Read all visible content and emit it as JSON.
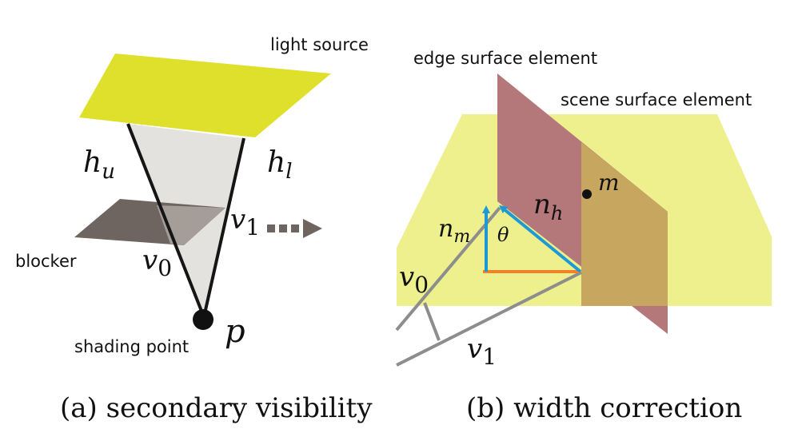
{
  "panel_a": {
    "labels": {
      "light_source": "light source",
      "blocker": "blocker",
      "shading_point": "shading point",
      "h_u": "h",
      "h_u_sub": "u",
      "h_l": "h",
      "h_l_sub": "l",
      "v_1": "v",
      "v_1_sub": "1",
      "v_0": "v",
      "v_0_sub": "0",
      "p": "p"
    },
    "caption": "(a) secondary visibility"
  },
  "panel_b": {
    "labels": {
      "edge_surface_element": "edge surface element",
      "scene_surface_element": "scene surface element",
      "m": "m",
      "n_h": "n",
      "n_h_sub": "h",
      "n_m": "n",
      "n_m_sub": "m",
      "theta": "θ",
      "v_0": "v",
      "v_0_sub": "0",
      "v_1": "v",
      "v_1_sub": "1"
    },
    "caption": "(b) width correction"
  },
  "colors": {
    "light": "#dfe02b",
    "cone": "#e4e2df",
    "blocker_dark": "#6e6460",
    "blocker_light": "#a59d97",
    "scene_plane": "#edf08c",
    "edge_plane": "#b5787a",
    "edge_plane_overlap": "#c7a760",
    "arrow_blue": "#1d9ad6",
    "orange": "#f0832a"
  }
}
